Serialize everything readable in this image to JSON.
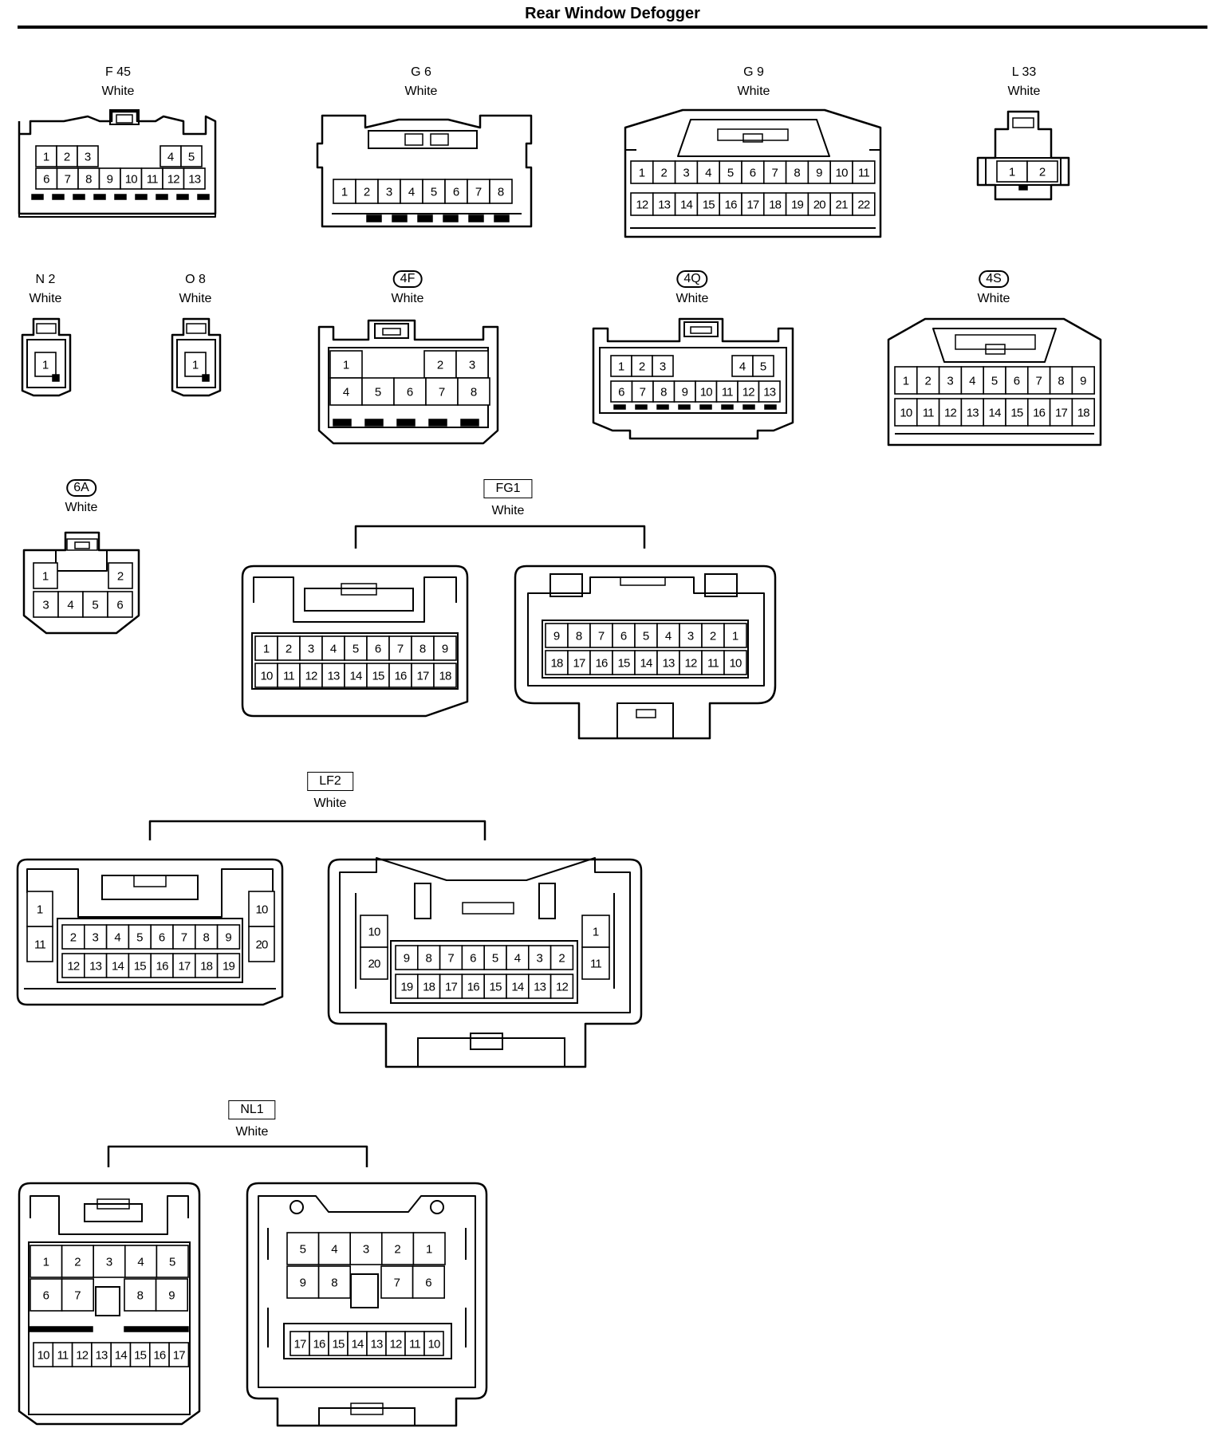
{
  "page": {
    "title": "Rear Window Defogger"
  },
  "connectors": [
    {
      "id": "F45",
      "code": "F 45",
      "color": "White",
      "code_style": "plain"
    },
    {
      "id": "G6",
      "code": "G 6",
      "color": "White",
      "code_style": "plain"
    },
    {
      "id": "G9",
      "code": "G 9",
      "color": "White",
      "code_style": "plain"
    },
    {
      "id": "L33",
      "code": "L 33",
      "color": "White",
      "code_style": "plain"
    },
    {
      "id": "N2",
      "code": "N 2",
      "color": "White",
      "code_style": "plain"
    },
    {
      "id": "O8",
      "code": "O 8",
      "color": "White",
      "code_style": "plain"
    },
    {
      "id": "4F",
      "code": "4F",
      "color": "White",
      "code_style": "rounded"
    },
    {
      "id": "4Q",
      "code": "4Q",
      "color": "White",
      "code_style": "rounded"
    },
    {
      "id": "4S",
      "code": "4S",
      "color": "White",
      "code_style": "rounded"
    },
    {
      "id": "6A",
      "code": "6A",
      "color": "White",
      "code_style": "rounded"
    },
    {
      "id": "FG1",
      "code": "FG1",
      "color": "White",
      "code_style": "boxed"
    },
    {
      "id": "LF2",
      "code": "LF2",
      "color": "White",
      "code_style": "boxed"
    },
    {
      "id": "NL1",
      "code": "NL1",
      "color": "White",
      "code_style": "boxed"
    }
  ],
  "pin_rows": {
    "F45": [
      [
        "1",
        "2",
        "3",
        "4",
        "5"
      ],
      [
        "6",
        "7",
        "8",
        "9",
        "10",
        "11",
        "12",
        "13"
      ]
    ],
    "G6": [
      [
        "1",
        "2",
        "3",
        "4",
        "5",
        "6",
        "7",
        "8"
      ]
    ],
    "G9": [
      [
        "1",
        "2",
        "3",
        "4",
        "5",
        "6",
        "7",
        "8",
        "9",
        "10",
        "11"
      ],
      [
        "12",
        "13",
        "14",
        "15",
        "16",
        "17",
        "18",
        "19",
        "20",
        "21",
        "22"
      ]
    ],
    "L33": [
      [
        "1",
        "2"
      ]
    ],
    "N2": [
      [
        "1"
      ]
    ],
    "O8": [
      [
        "1"
      ]
    ],
    "4F": [
      [
        "1",
        "2",
        "3"
      ],
      [
        "4",
        "5",
        "6",
        "7",
        "8"
      ]
    ],
    "4Q": [
      [
        "1",
        "2",
        "3",
        "4",
        "5"
      ],
      [
        "6",
        "7",
        "8",
        "9",
        "10",
        "11",
        "12",
        "13"
      ]
    ],
    "4S": [
      [
        "1",
        "2",
        "3",
        "4",
        "5",
        "6",
        "7",
        "8",
        "9"
      ],
      [
        "10",
        "11",
        "12",
        "13",
        "14",
        "15",
        "16",
        "17",
        "18"
      ]
    ],
    "6A": [
      [
        "1",
        "2"
      ],
      [
        "3",
        "4",
        "5",
        "6"
      ]
    ],
    "FG1_male": [
      [
        "1",
        "2",
        "3",
        "4",
        "5",
        "6",
        "7",
        "8",
        "9"
      ],
      [
        "10",
        "11",
        "12",
        "13",
        "14",
        "15",
        "16",
        "17",
        "18"
      ]
    ],
    "FG1_female": [
      [
        "9",
        "8",
        "7",
        "6",
        "5",
        "4",
        "3",
        "2",
        "1"
      ],
      [
        "18",
        "17",
        "16",
        "15",
        "14",
        "13",
        "12",
        "11",
        "10"
      ]
    ],
    "LF2_male": [
      [
        "1",
        "11"
      ],
      [
        "2",
        "3",
        "4",
        "5",
        "6",
        "7",
        "8",
        "9"
      ],
      [
        "12",
        "13",
        "14",
        "15",
        "16",
        "17",
        "18",
        "19"
      ],
      [
        "10",
        "20"
      ]
    ],
    "LF2_female": [
      [
        "10",
        "20"
      ],
      [
        "9",
        "8",
        "7",
        "6",
        "5",
        "4",
        "3",
        "2"
      ],
      [
        "19",
        "18",
        "17",
        "16",
        "15",
        "14",
        "13",
        "12"
      ],
      [
        "1",
        "11"
      ]
    ],
    "NL1_male": [
      [
        "1",
        "2",
        "3",
        "4",
        "5"
      ],
      [
        "6",
        "7",
        "8",
        "9"
      ],
      [
        "10",
        "11",
        "12",
        "13",
        "14",
        "15",
        "16",
        "17"
      ]
    ],
    "NL1_female": [
      [
        "5",
        "4",
        "3",
        "2",
        "1"
      ],
      [
        "9",
        "8",
        "7",
        "6"
      ],
      [
        "17",
        "16",
        "15",
        "14",
        "13",
        "12",
        "11",
        "10"
      ]
    ]
  }
}
